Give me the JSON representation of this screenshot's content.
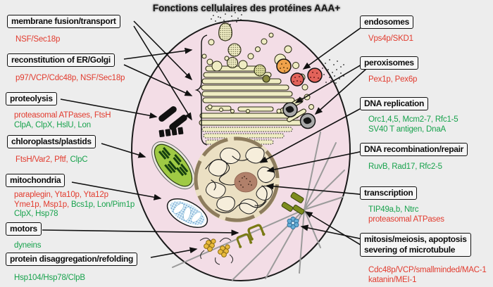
{
  "title": "Fonctions cellulaires des protéines AAA+",
  "legend_colors": {
    "red_proteins": "#e23b2e",
    "green_proteins": "#17a24c"
  },
  "cell": {
    "fill": "#f3dde6",
    "outline": "#1a1a1a"
  },
  "annotations": {
    "membrane_fusion": {
      "label": "membrane fusion/transport",
      "rows": [
        [
          {
            "text": "NSF/Sec18p",
            "color": "red"
          }
        ]
      ]
    },
    "reconstitution": {
      "label": "reconstitution of ER/Golgi",
      "rows": [
        [
          {
            "text": "p97/VCP/Cdc48p, NSF/Sec18p",
            "color": "red"
          }
        ]
      ]
    },
    "proteolysis": {
      "label": "proteolysis",
      "rows": [
        [
          {
            "text": "proteasomal ATPases, FtsH",
            "color": "red"
          }
        ],
        [
          {
            "text": "ClpA, ClpX, HslU, Lon",
            "color": "green"
          }
        ]
      ]
    },
    "chloroplasts": {
      "label": "chloroplasts/plastids",
      "rows": [
        [
          {
            "text": "FtsH/Var2, Pftf,",
            "color": "red"
          },
          {
            "text": " ClpC",
            "color": "green"
          }
        ]
      ]
    },
    "mitochondria": {
      "label": "mitochondria",
      "rows": [
        [
          {
            "text": "paraplegin, Yta10p, Yta12p",
            "color": "red"
          }
        ],
        [
          {
            "text": "Yme1p, Msp1p,",
            "color": "red"
          },
          {
            "text": " Bcs1p, Lon/Pim1p",
            "color": "green"
          }
        ],
        [
          {
            "text": "ClpX, Hsp78",
            "color": "green"
          }
        ]
      ]
    },
    "motors": {
      "label": "motors",
      "rows": [
        [
          {
            "text": "dyneins",
            "color": "green"
          }
        ]
      ]
    },
    "disaggregation": {
      "label": "protein disaggregation/refolding",
      "rows": [
        [
          {
            "text": "Hsp104/Hsp78/ClpB",
            "color": "green"
          }
        ]
      ]
    },
    "endosomes": {
      "label": "endosomes",
      "rows": [
        [
          {
            "text": "Vps4p/SKD1",
            "color": "red"
          }
        ]
      ]
    },
    "peroxisomes": {
      "label": "peroxisomes",
      "rows": [
        [
          {
            "text": "Pex1p, Pex6p",
            "color": "red"
          }
        ]
      ]
    },
    "dna_replication": {
      "label": "DNA replication",
      "rows": [
        [
          {
            "text": "Orc1,4,5, Mcm2-7, Rfc1-5",
            "color": "green"
          }
        ],
        [
          {
            "text": "SV40 T antigen, DnaA",
            "color": "green"
          }
        ]
      ]
    },
    "dna_recombination": {
      "label": "DNA recombination/repair",
      "rows": [
        [
          {
            "text": "RuvB, Rad17, Rfc2-5",
            "color": "green"
          }
        ]
      ]
    },
    "transcription": {
      "label": "transcription",
      "rows": [
        [
          {
            "text": "TIP49a,b, Ntrc",
            "color": "green"
          }
        ],
        [
          {
            "text": "proteasomal ATPases",
            "color": "red"
          }
        ]
      ]
    },
    "mitosis": {
      "label_line1": "mitosis/meiosis, apoptosis",
      "label_line2": "severing of microtubule",
      "rows": [
        [
          {
            "text": "Cdc48p/VCP/smallminded/MAC-1",
            "color": "red"
          }
        ],
        [
          {
            "text": "katanin/MEI-1",
            "color": "red"
          }
        ]
      ]
    }
  }
}
